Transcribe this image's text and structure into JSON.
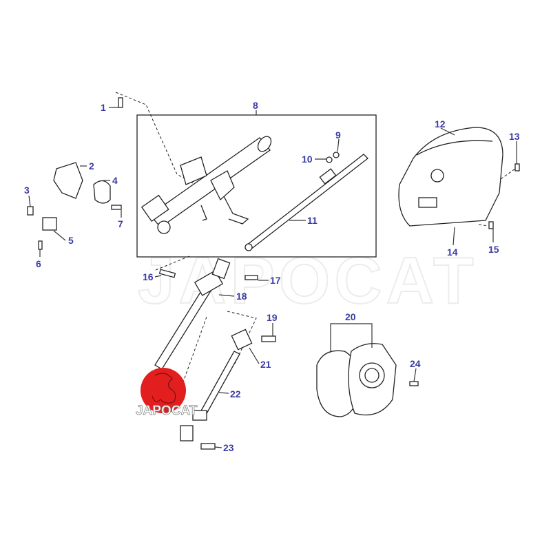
{
  "diagram": {
    "watermark": "JAPOCAT",
    "logo_text": "JAPOCAT",
    "label_color": "#3b3ba6",
    "logo_color": "#e31e1e",
    "part_numbers": [
      "1",
      "2",
      "3",
      "4",
      "5",
      "6",
      "7",
      "8",
      "9",
      "10",
      "11",
      "12",
      "13",
      "14",
      "15",
      "16",
      "17",
      "18",
      "19",
      "20",
      "21",
      "22",
      "23",
      "24"
    ]
  }
}
